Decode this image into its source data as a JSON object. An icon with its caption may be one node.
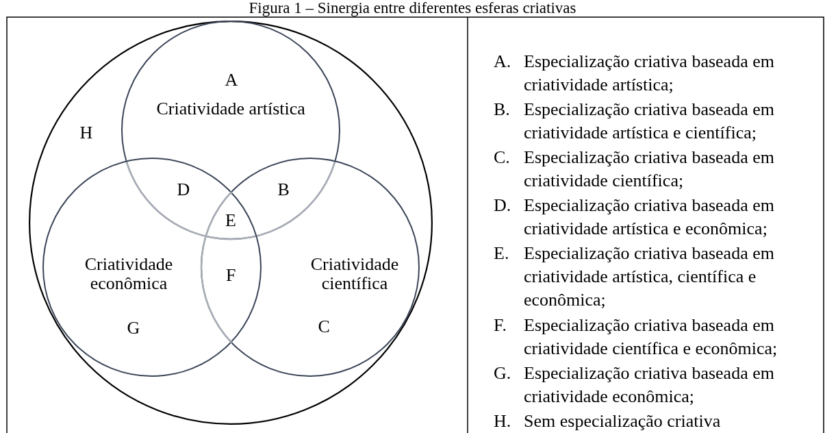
{
  "diagram": {
    "title": "Figura 1 – Sinergia entre diferentes esferas criativas",
    "nodes": [
      {
        "text": [
          "H"
        ]
      },
      {
        "text": [
          "A",
          "Criatividade artística"
        ],
        "in": 0
      },
      {
        "text": [
          "Criatividade econômica",
          "G"
        ],
        "in": 0
      },
      {
        "text": [
          "Criatividade científica",
          "C"
        ],
        "in": 0
      }
    ],
    "labels": [
      "D",
      "B",
      "E",
      "F",
      "A.",
      "Especialização criativa baseada em criatividade artística;",
      "B.",
      "Especialização criativa baseada em criatividade artística e científica;",
      "C.",
      "Especialização criativa baseada em criatividade científica;",
      "D.",
      "Especialização criativa baseada em criatividade artística e econômica;",
      "E.",
      "Especialização criativa baseada em criatividade artística, científica e econômica;",
      "F.",
      "Especialização criativa baseada em criatividade científica e econômica;",
      "G.",
      "Especialização criativa baseada em criatividade econômica;",
      "H.",
      "Sem especialização criativa"
    ]
  }
}
